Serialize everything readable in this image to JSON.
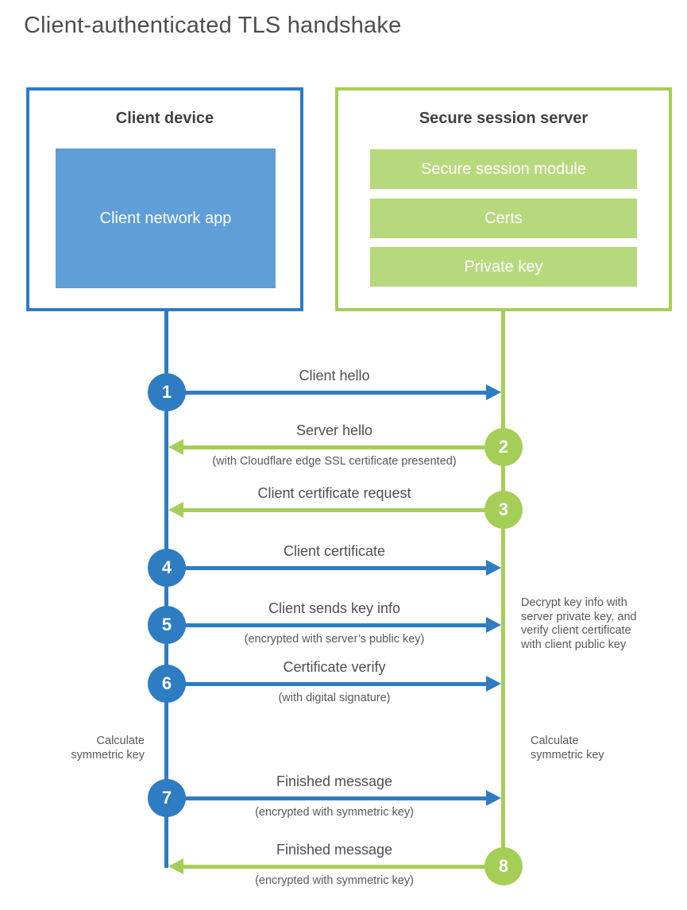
{
  "title": "Client-authenticated TLS handshake",
  "colors": {
    "blue": "#2E7CC1",
    "blue_fill": "#5F9ED7",
    "green": "#A5CE56",
    "green_fill": "#B7D97E"
  },
  "client": {
    "title": "Client device",
    "app_label": "Client network app"
  },
  "server": {
    "title": "Secure session server",
    "modules": [
      "Secure session module",
      "Certs",
      "Private key"
    ]
  },
  "messages": [
    {
      "num": "1",
      "label": "Client hello",
      "sublabel": "",
      "from": "client"
    },
    {
      "num": "2",
      "label": "Server hello",
      "sublabel": "(with Cloudflare edge SSL certificate presented)",
      "from": "server"
    },
    {
      "num": "3",
      "label": "Client certificate request",
      "sublabel": "",
      "from": "server"
    },
    {
      "num": "4",
      "label": "Client certificate",
      "sublabel": "",
      "from": "client"
    },
    {
      "num": "5",
      "label": "Client sends key info",
      "sublabel": "(encrypted with server’s public key)",
      "from": "client"
    },
    {
      "num": "6",
      "label": "Certificate verify",
      "sublabel": "(with digital signature)",
      "from": "client"
    },
    {
      "num": "7",
      "label": "Finished message",
      "sublabel": "(encrypted with symmetric key)",
      "from": "client"
    },
    {
      "num": "8",
      "label": "Finished message",
      "sublabel": "(encrypted with symmetric key)",
      "from": "server"
    }
  ],
  "notes": {
    "decrypt": "Decrypt key info with server private key, and verify client certificate with client public key",
    "calc_left": "Calculate symmetric key",
    "calc_right": "Calculate symmetric key"
  }
}
